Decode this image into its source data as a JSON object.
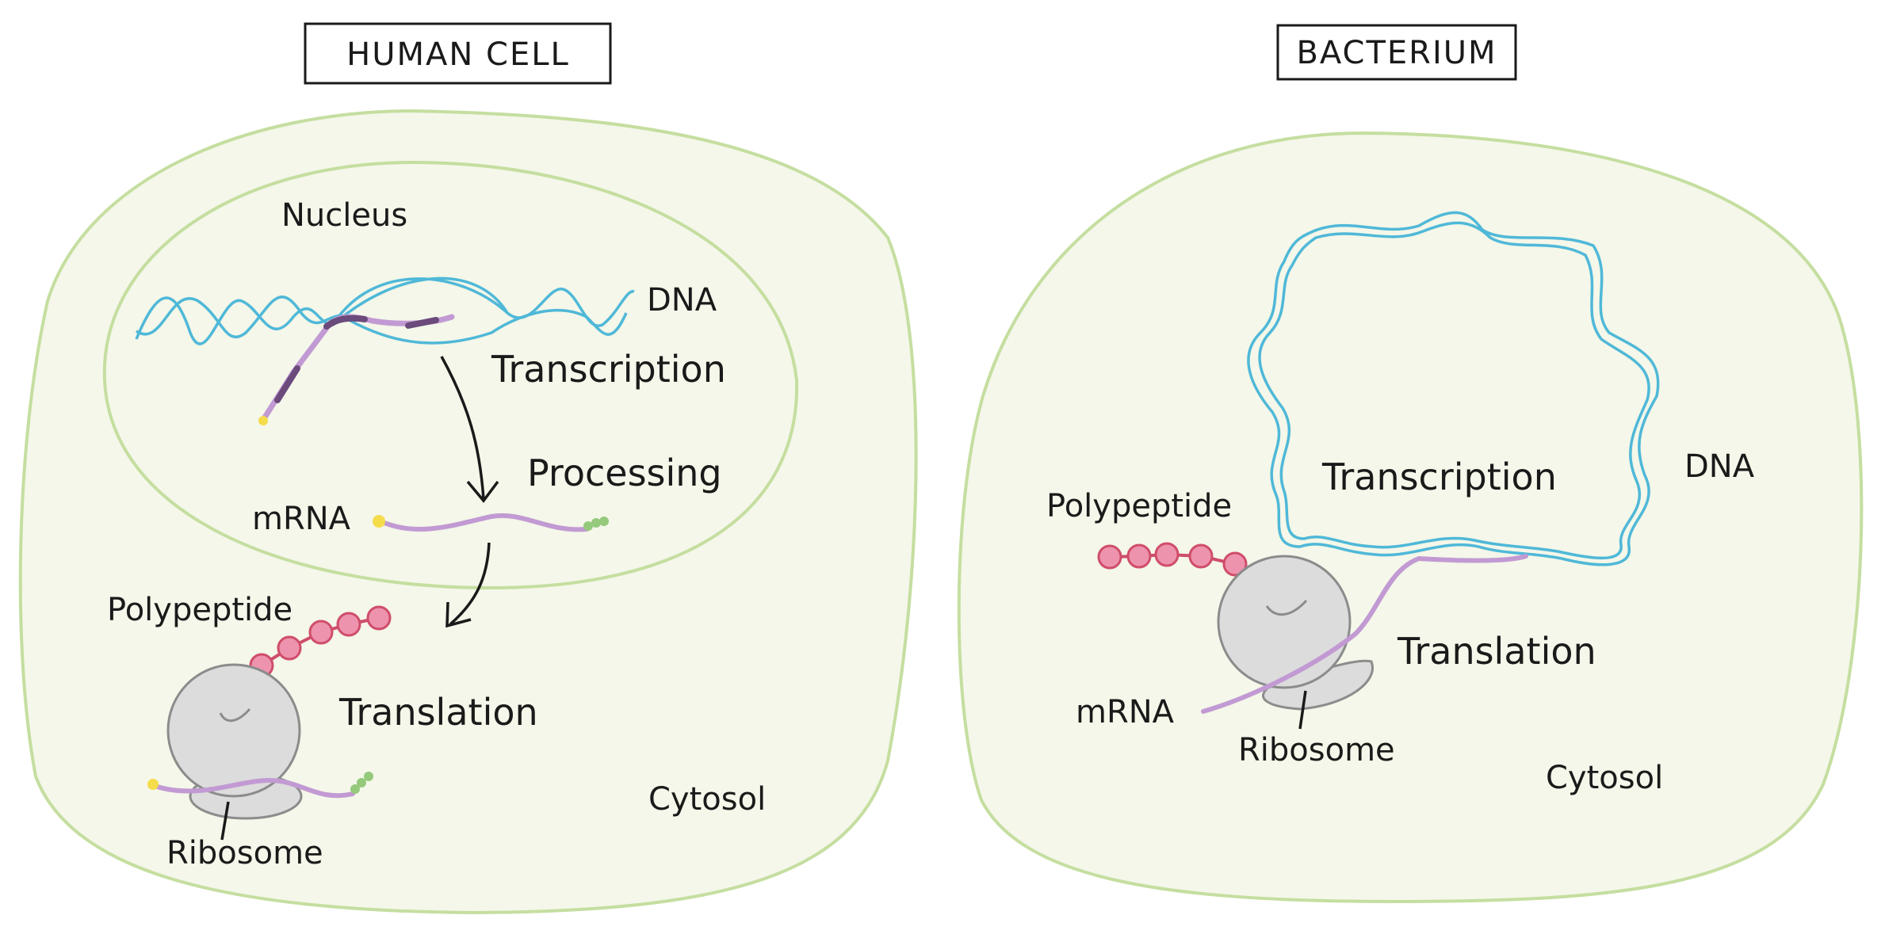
{
  "colors": {
    "cell_fill": "#f4f7e9",
    "cell_stroke": "#c5dea0",
    "dna": "#4fb8d8",
    "mrna": "#c29ad3",
    "mrna_dark": "#6b4a7c",
    "polypeptide_fill": "#ee93ad",
    "polypeptide_stroke": "#cf4d6b",
    "ribosome_fill": "#dcdcdc",
    "ribosome_stroke": "#8c8c8c",
    "cap": "#f5dc4b",
    "tail": "#95c97c"
  },
  "human_cell": {
    "title": "HUMAN CELL",
    "nucleus": "Nucleus",
    "dna": "DNA",
    "transcription": "Transcription",
    "processing": "Processing",
    "mrna": "mRNA",
    "polypeptide": "Polypeptide",
    "translation": "Translation",
    "ribosome": "Ribosome",
    "cytosol": "Cytosol"
  },
  "bacterium": {
    "title": "BACTERIUM",
    "transcription": "Transcription",
    "dna": "DNA",
    "polypeptide": "Polypeptide",
    "translation": "Translation",
    "mrna": "mRNA",
    "ribosome": "Ribosome",
    "cytosol": "Cytosol"
  }
}
